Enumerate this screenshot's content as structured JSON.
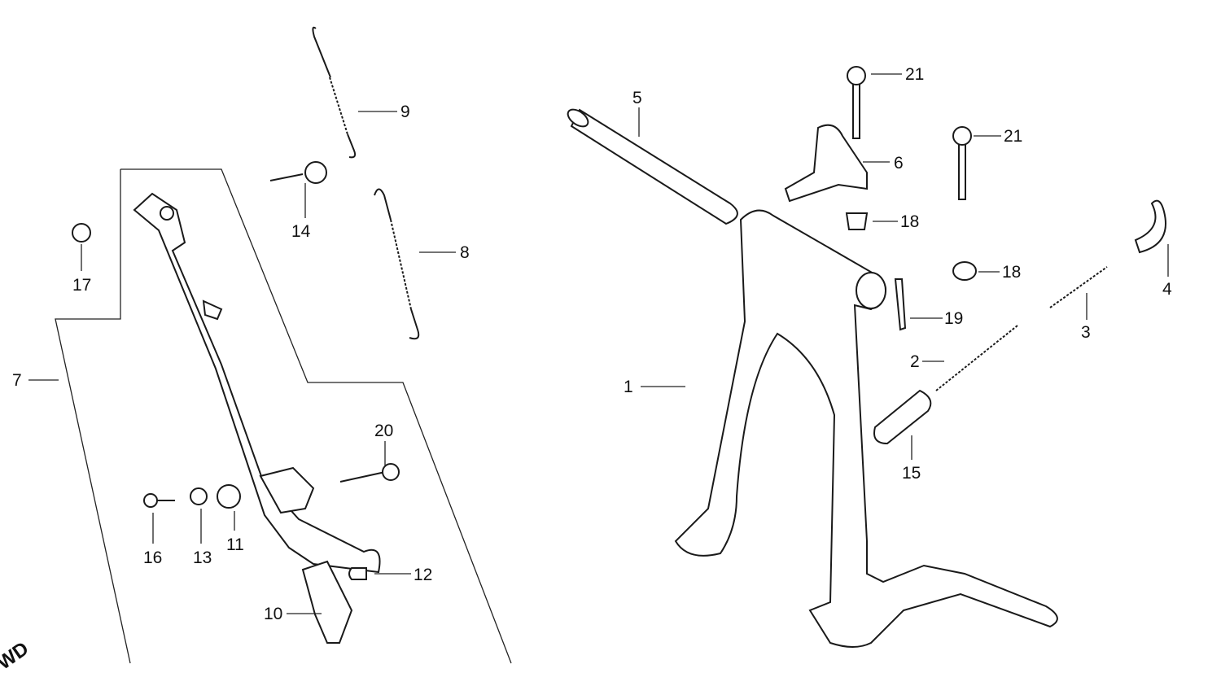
{
  "diagram": {
    "direction_marker": "FWD",
    "callouts": {
      "c1": "1",
      "c2": "2",
      "c3": "3",
      "c4": "4",
      "c5": "5",
      "c6": "6",
      "c7": "7",
      "c8": "8",
      "c9": "9",
      "c10": "10",
      "c11": "11",
      "c12": "12",
      "c13": "13",
      "c14": "14",
      "c15": "15",
      "c16": "16",
      "c17": "17",
      "c18a": "18",
      "c18b": "18",
      "c19": "19",
      "c20": "20",
      "c21a": "21",
      "c21b": "21"
    }
  }
}
